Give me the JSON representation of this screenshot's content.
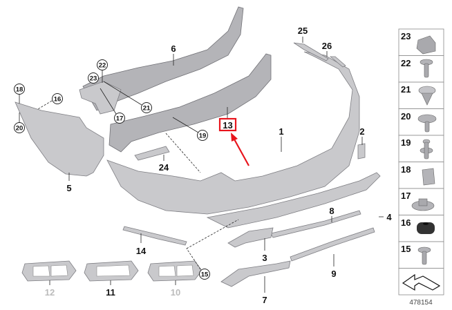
{
  "diagram": {
    "callouts": {
      "p1": "1",
      "p2": "2",
      "p3": "3",
      "p4": "4",
      "p5": "5",
      "p6": "6",
      "p7": "7",
      "p8": "8",
      "p9": "9",
      "p10": "10",
      "p11": "11",
      "p12": "12",
      "p13": "13",
      "p14": "14",
      "p15": "15",
      "p16": "16",
      "p17": "17",
      "p18": "18",
      "p19": "19",
      "p20": "20",
      "p21": "21",
      "p22": "22",
      "p23": "23",
      "p24": "24",
      "p25": "25",
      "p26": "26"
    },
    "highlighted_part": "13",
    "highlight_color": "#e8141c",
    "legend_items": [
      "23",
      "22",
      "21",
      "20",
      "19",
      "18",
      "17",
      "16",
      "15"
    ],
    "diagram_number": "478154"
  }
}
